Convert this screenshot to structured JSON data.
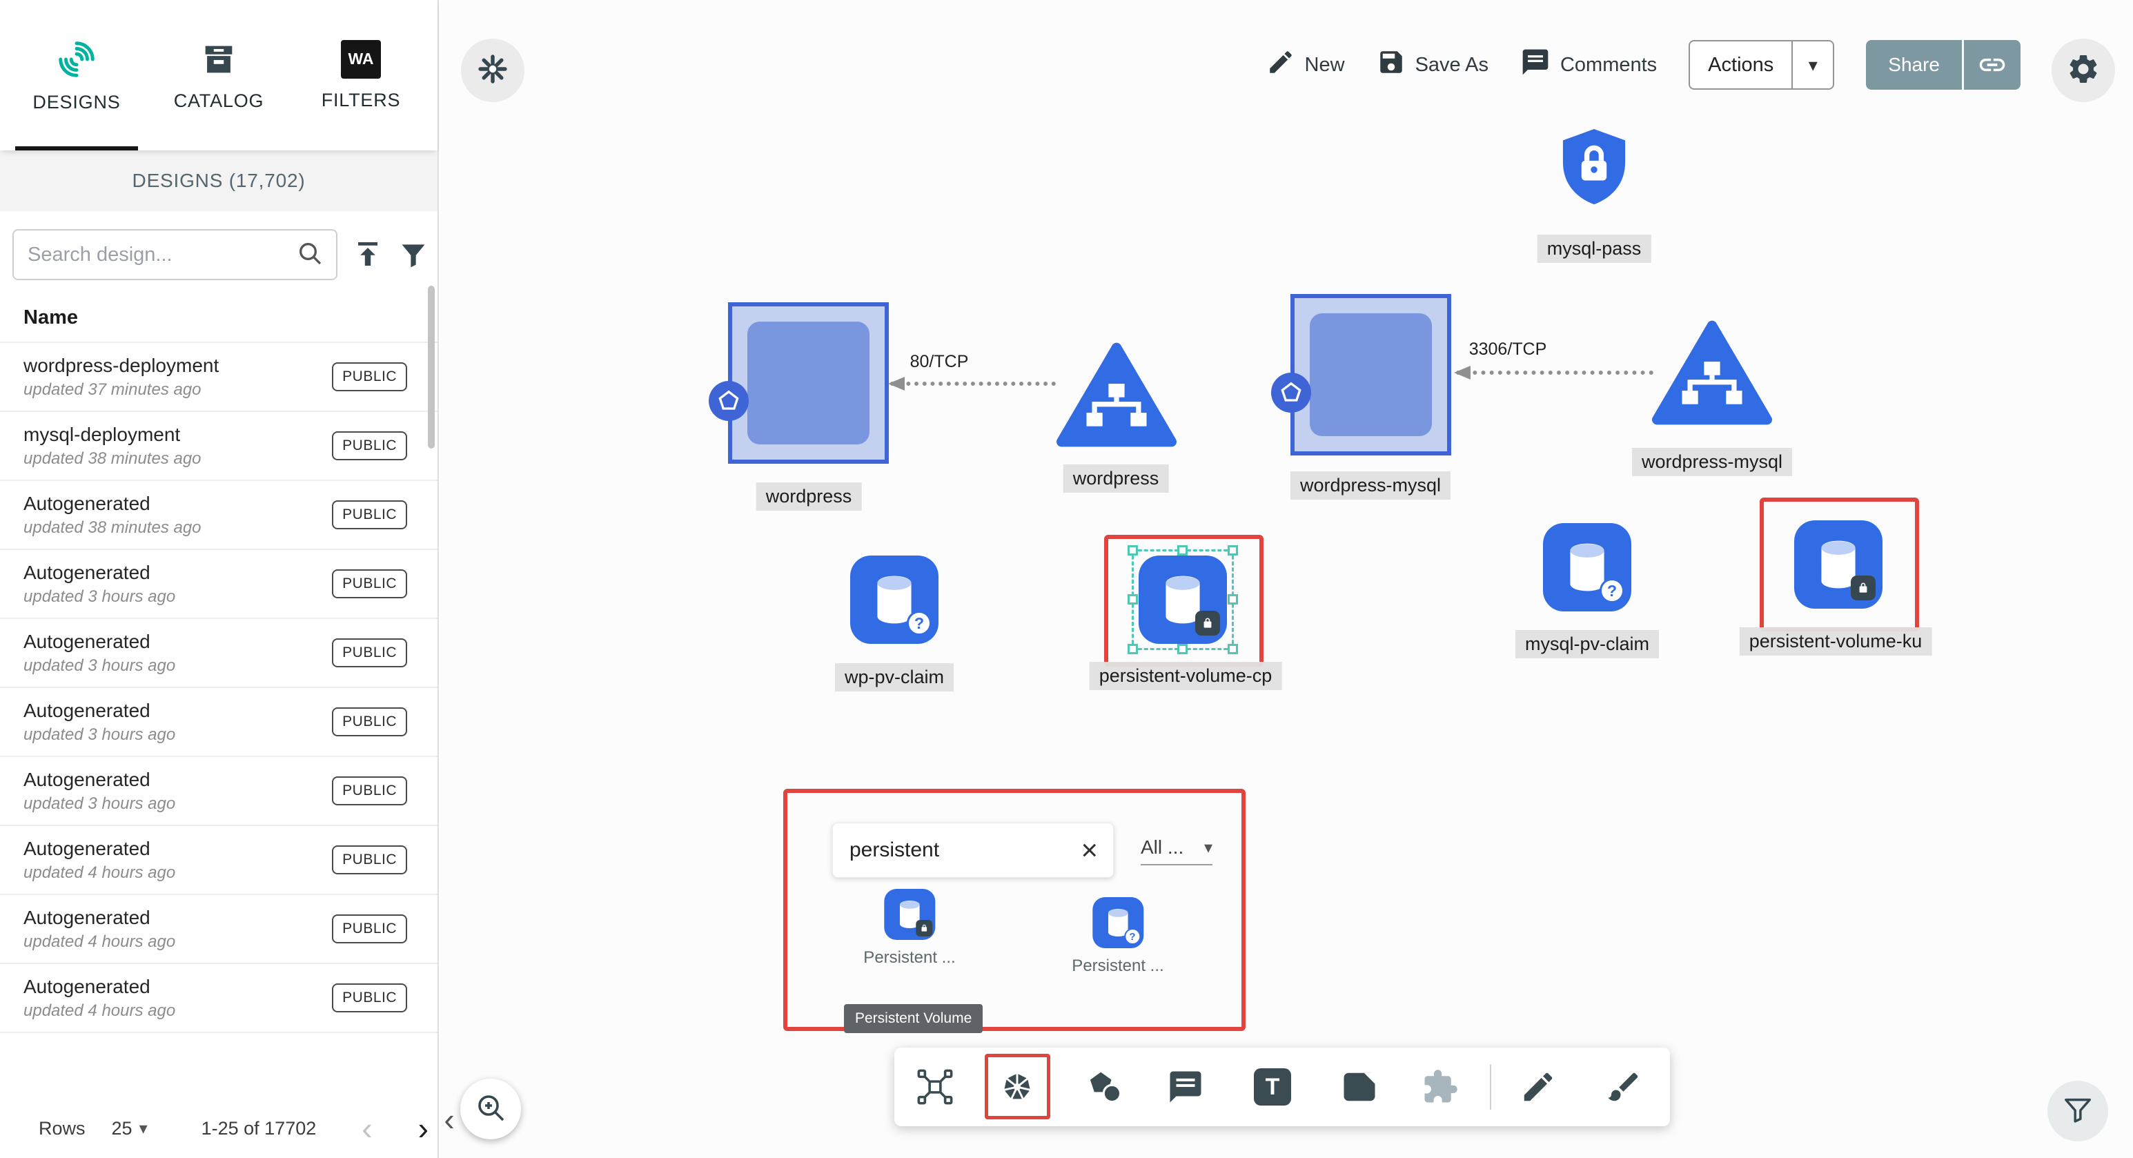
{
  "icons": {
    "caret_down": "▾",
    "close": "×",
    "chevron_left": "‹",
    "chevron_right": "›",
    "question_badge": "?",
    "collapse": "‹",
    "text_tool": "T",
    "wasm": "WA"
  },
  "colors": {
    "k8s_blue": "#326ce5",
    "node_border_blue": "#3e64d6",
    "annotation_red": "#e0443c",
    "selection_teal": "#50c7b4",
    "brand_teal": "#00B39F",
    "share_button": "#7e98a2"
  },
  "sidebar": {
    "tabs": [
      {
        "label": "DESIGNS"
      },
      {
        "label": "CATALOG"
      },
      {
        "label": "FILTERS"
      }
    ],
    "panel_title": "DESIGNS (17,702)",
    "search_placeholder": "Search design...",
    "name_header": "Name",
    "rows": [
      {
        "name": "wordpress-deployment",
        "updated": "updated 37 minutes ago",
        "badge": "PUBLIC"
      },
      {
        "name": "mysql-deployment",
        "updated": "updated 38 minutes ago",
        "badge": "PUBLIC"
      },
      {
        "name": "Autogenerated",
        "updated": "updated 38 minutes ago",
        "badge": "PUBLIC"
      },
      {
        "name": "Autogenerated",
        "updated": "updated 3 hours ago",
        "badge": "PUBLIC"
      },
      {
        "name": "Autogenerated",
        "updated": "updated 3 hours ago",
        "badge": "PUBLIC"
      },
      {
        "name": "Autogenerated",
        "updated": "updated 3 hours ago",
        "badge": "PUBLIC"
      },
      {
        "name": "Autogenerated",
        "updated": "updated 3 hours ago",
        "badge": "PUBLIC"
      },
      {
        "name": "Autogenerated",
        "updated": "updated 4 hours ago",
        "badge": "PUBLIC"
      },
      {
        "name": "Autogenerated",
        "updated": "updated 4 hours ago",
        "badge": "PUBLIC"
      },
      {
        "name": "Autogenerated",
        "updated": "updated 4 hours ago",
        "badge": "PUBLIC"
      }
    ],
    "pagination": {
      "rows_label": "Rows",
      "per_page": "25",
      "range": "1-25 of 17702"
    }
  },
  "topbar": {
    "new": "New",
    "save_as": "Save As",
    "comments": "Comments",
    "actions": "Actions",
    "share": "Share"
  },
  "canvas": {
    "labels": {
      "mysql_pass": "mysql-pass",
      "wordpress_deployment": "wordpress",
      "wordpress_service": "wordpress",
      "wordpress_mysql_deployment": "wordpress-mysql",
      "wordpress_mysql_service": "wordpress-mysql",
      "wp_pv_claim": "wp-pv-claim",
      "persistent_volume_cp": "persistent-volume-cp",
      "mysql_pv_claim": "mysql-pv-claim",
      "persistent_volume_ku": "persistent-volume-ku"
    },
    "edge_labels": {
      "wordpress": "80/TCP",
      "mysql": "3306/TCP"
    }
  },
  "component_search": {
    "query": "persistent",
    "filter": "All ...",
    "results": [
      {
        "label": "Persistent ..."
      },
      {
        "label": "Persistent ..."
      }
    ],
    "tooltip": "Persistent Volume"
  }
}
